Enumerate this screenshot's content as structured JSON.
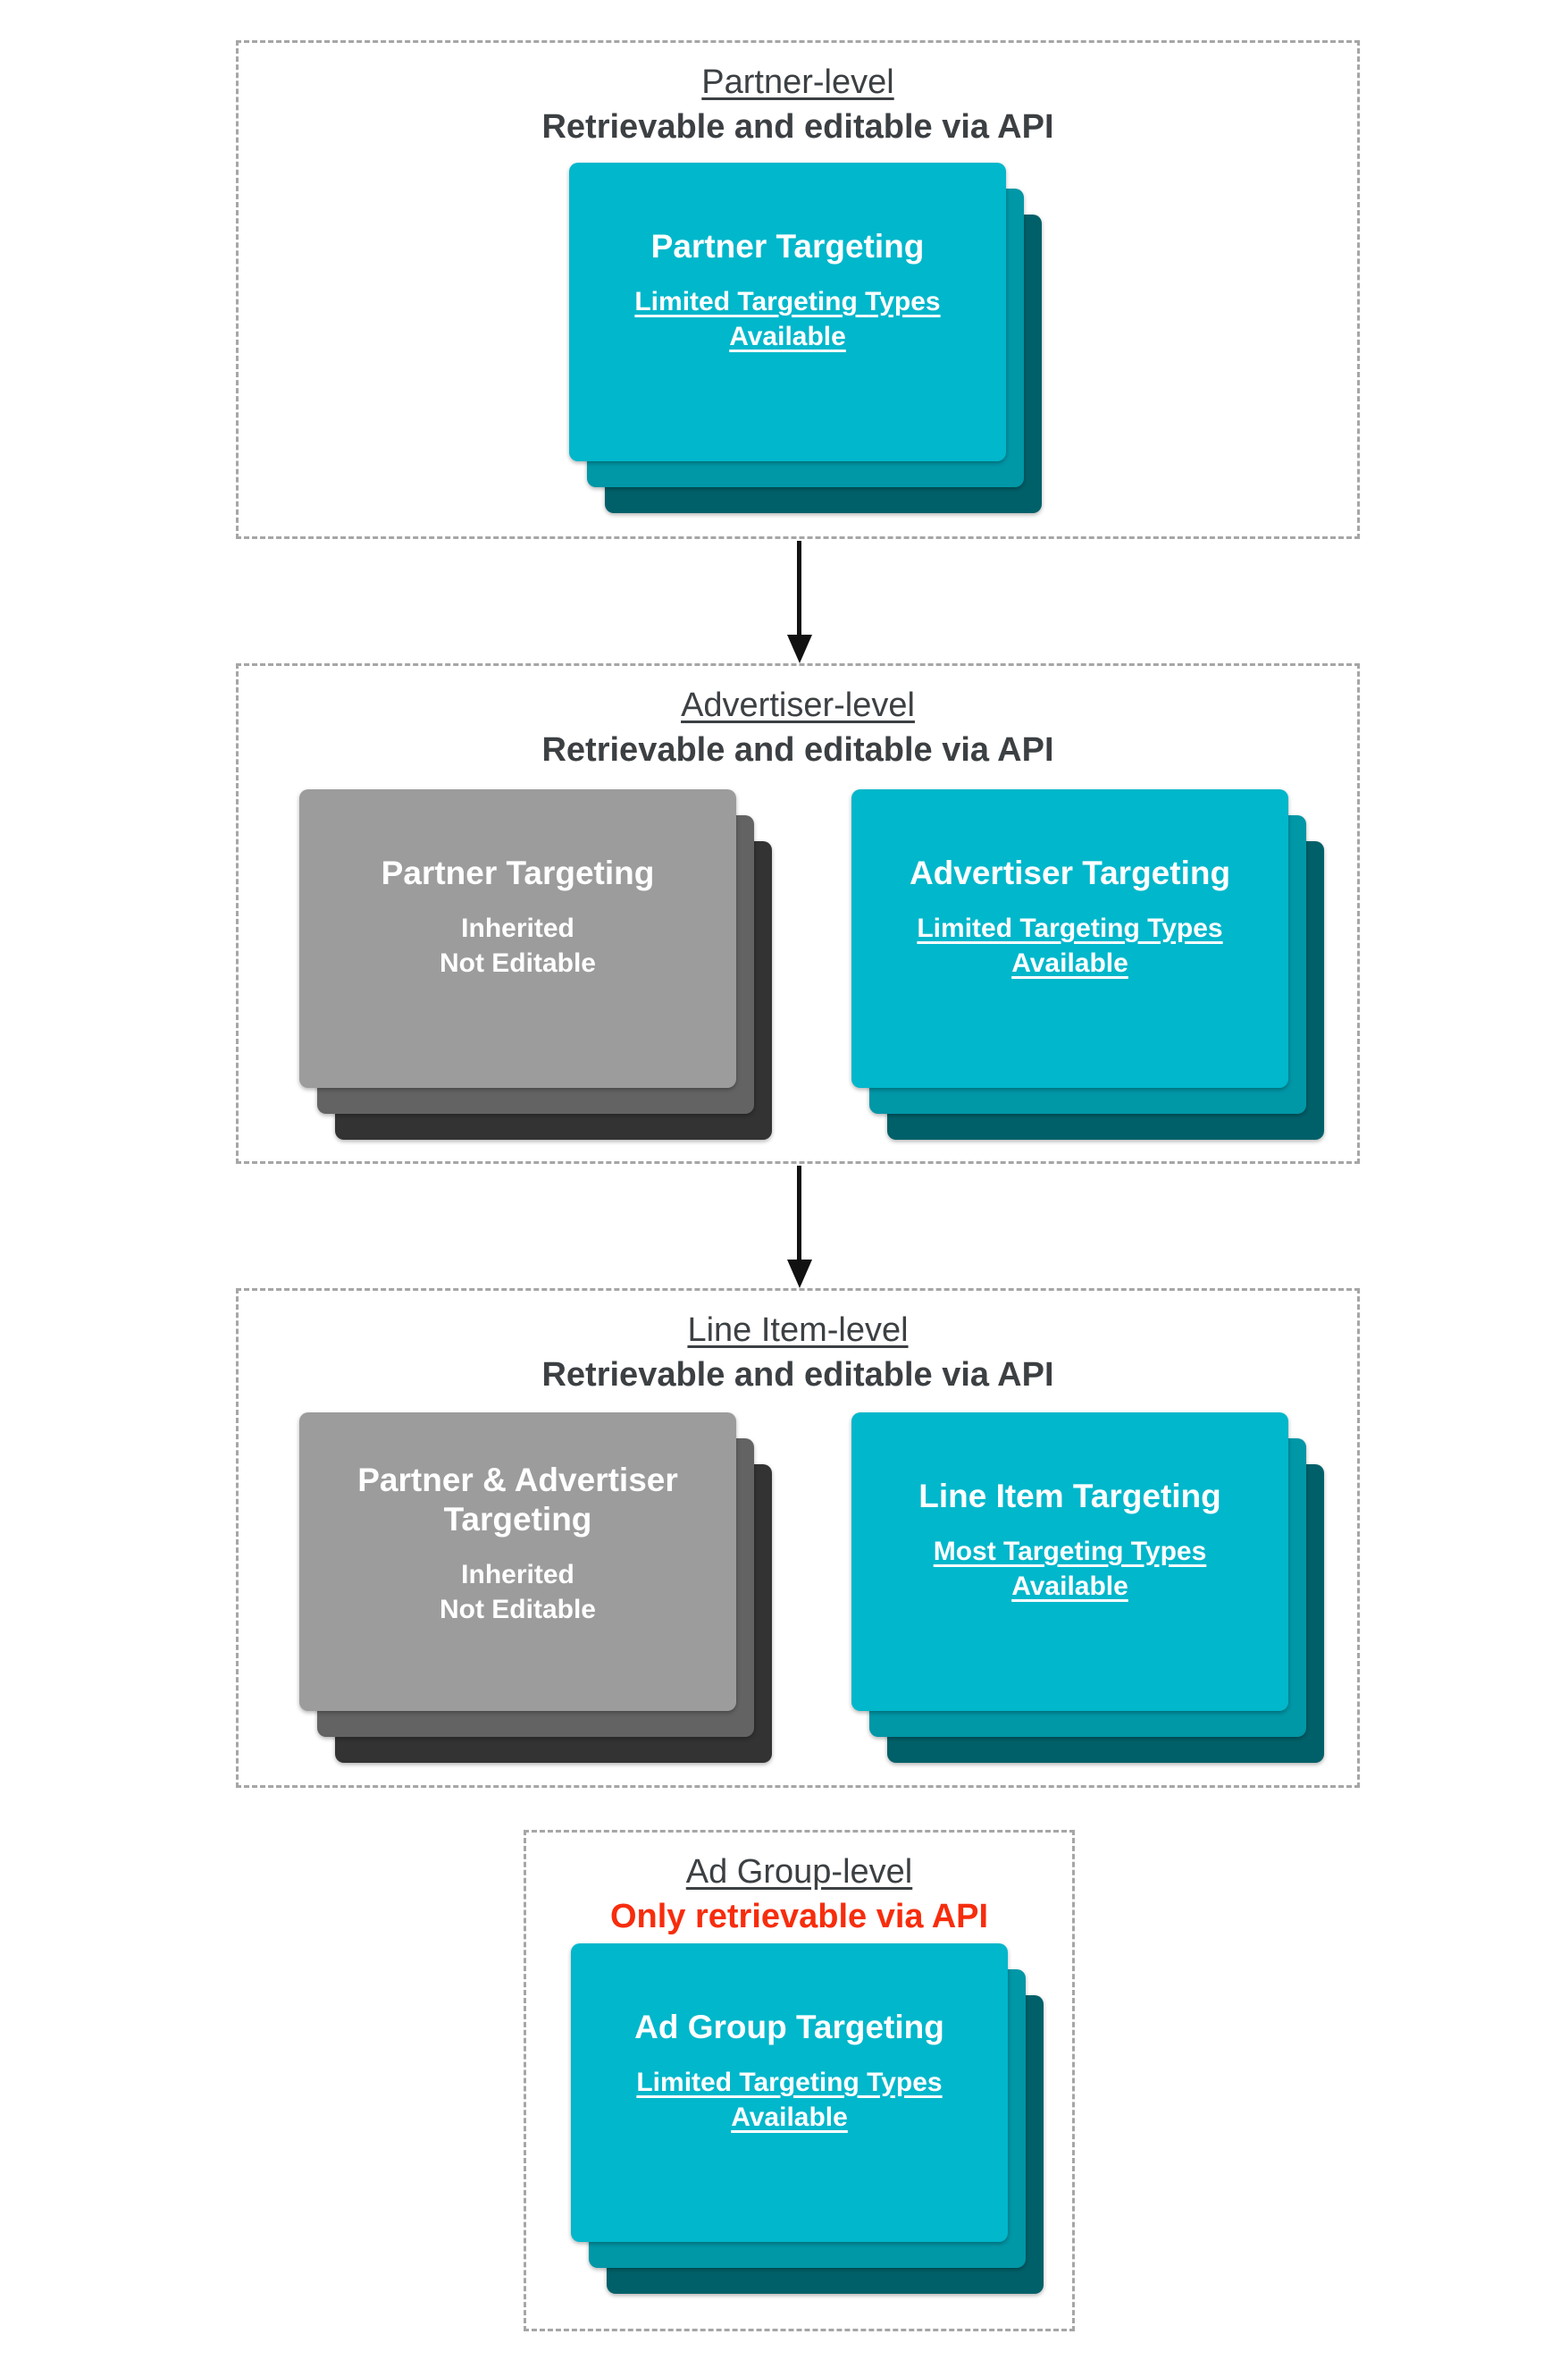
{
  "colors": {
    "cyan_card_front": "#00b7cb",
    "cyan_card_middle": "#0097a7",
    "cyan_card_back": "#006069",
    "gray_card_front": "#9c9c9c",
    "gray_card_middle": "#636363",
    "gray_card_back": "#333333",
    "heading_text": "#3c4043",
    "alert_red": "#f62d0d",
    "dashed_border": "#a6a6a6",
    "arrow_black": "#111111",
    "card_text": "#ffffff"
  },
  "sections": [
    {
      "title": "Partner-level",
      "subtitle": "Retrievable and editable via API",
      "cards": [
        {
          "style": "teal",
          "title_line1": "Partner Targeting",
          "title_line2": "",
          "body_line1": "Limited Targeting Types",
          "body_line2": "Available",
          "body_underlined": true
        }
      ]
    },
    {
      "title": "Advertiser-level",
      "subtitle": "Retrievable and editable via API",
      "cards": [
        {
          "style": "gray",
          "title_line1": "Partner Targeting",
          "title_line2": "",
          "body_line1": "Inherited",
          "body_line2": "Not Editable",
          "body_underlined": false
        },
        {
          "style": "teal",
          "title_line1": "Advertiser Targeting",
          "title_line2": "",
          "body_line1": "Limited Targeting Types",
          "body_line2": "Available",
          "body_underlined": true
        }
      ]
    },
    {
      "title": "Line Item-level",
      "subtitle": "Retrievable and editable via API",
      "cards": [
        {
          "style": "gray",
          "title_line1": "Partner & Advertiser",
          "title_line2": "Targeting",
          "body_line1": "Inherited",
          "body_line2": "Not Editable",
          "body_underlined": false
        },
        {
          "style": "teal",
          "title_line1": "Line Item Targeting",
          "title_line2": "",
          "body_line1": "Most Targeting Types",
          "body_line2": "Available",
          "body_underlined": true
        }
      ]
    },
    {
      "title": "Ad Group-level",
      "subtitle": "Only retrievable via API",
      "subtitle_color": "#f62d0d",
      "cards": [
        {
          "style": "teal",
          "title_line1": "Ad Group Targeting",
          "title_line2": "",
          "body_line1": "Limited Targeting Types",
          "body_line2": "Available",
          "body_underlined": true
        }
      ]
    }
  ]
}
